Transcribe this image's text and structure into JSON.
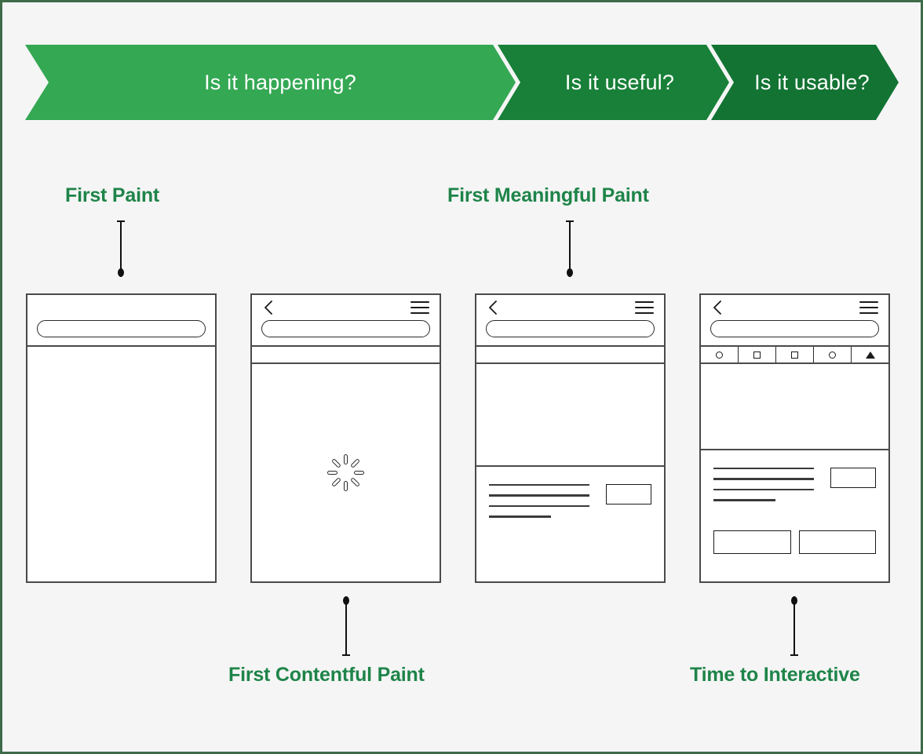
{
  "page": {
    "title": "Web Performance Metrics Timeline",
    "background_color": "#f5f5f5",
    "border_color": "#3e6b48"
  },
  "banner": {
    "segments": [
      {
        "label": "Is it happening?",
        "color": "#34a853"
      },
      {
        "label": "Is it useful?",
        "color": "#188038"
      },
      {
        "label": "Is it usable?",
        "color": "#137333"
      }
    ]
  },
  "metrics": {
    "accent_color": "#1e8449",
    "items": [
      {
        "label": "First Paint",
        "position": "above",
        "phone": 1
      },
      {
        "label": "First Contentful Paint",
        "position": "below",
        "phone": 2
      },
      {
        "label": "First Meaningful Paint",
        "position": "above",
        "phone": 3
      },
      {
        "label": "Time to Interactive",
        "position": "below",
        "phone": 4
      }
    ]
  },
  "phones": [
    {
      "name": "first-paint-frame",
      "chrome": {
        "back": false,
        "menu": false,
        "url_bar": true
      },
      "tabstrip": {
        "visible": false,
        "icons": []
      },
      "hero": false,
      "spinner": false,
      "content": {
        "lines": 0,
        "side_box": false,
        "buttons": 0
      }
    },
    {
      "name": "first-contentful-paint-frame",
      "chrome": {
        "back": true,
        "menu": true,
        "url_bar": true
      },
      "tabstrip": {
        "visible": true,
        "icons": []
      },
      "hero": false,
      "spinner": true,
      "content": {
        "lines": 0,
        "side_box": false,
        "buttons": 0
      }
    },
    {
      "name": "first-meaningful-paint-frame",
      "chrome": {
        "back": true,
        "menu": true,
        "url_bar": true
      },
      "tabstrip": {
        "visible": true,
        "icons": []
      },
      "hero": true,
      "spinner": false,
      "content": {
        "lines": 4,
        "side_box": true,
        "buttons": 0
      }
    },
    {
      "name": "time-to-interactive-frame",
      "chrome": {
        "back": true,
        "menu": true,
        "url_bar": true
      },
      "tabstrip": {
        "visible": true,
        "icons": [
          "circle",
          "square",
          "square",
          "circle",
          "triangle"
        ]
      },
      "hero": true,
      "spinner": false,
      "content": {
        "lines": 4,
        "side_box": true,
        "buttons": 2
      }
    }
  ],
  "icons": {
    "back": "back-chevron-icon",
    "menu": "hamburger-menu-icon",
    "url": "url-bar",
    "spinner": "loading-spinner-icon",
    "circle": "circle-icon",
    "square": "square-icon",
    "triangle": "triangle-icon"
  }
}
